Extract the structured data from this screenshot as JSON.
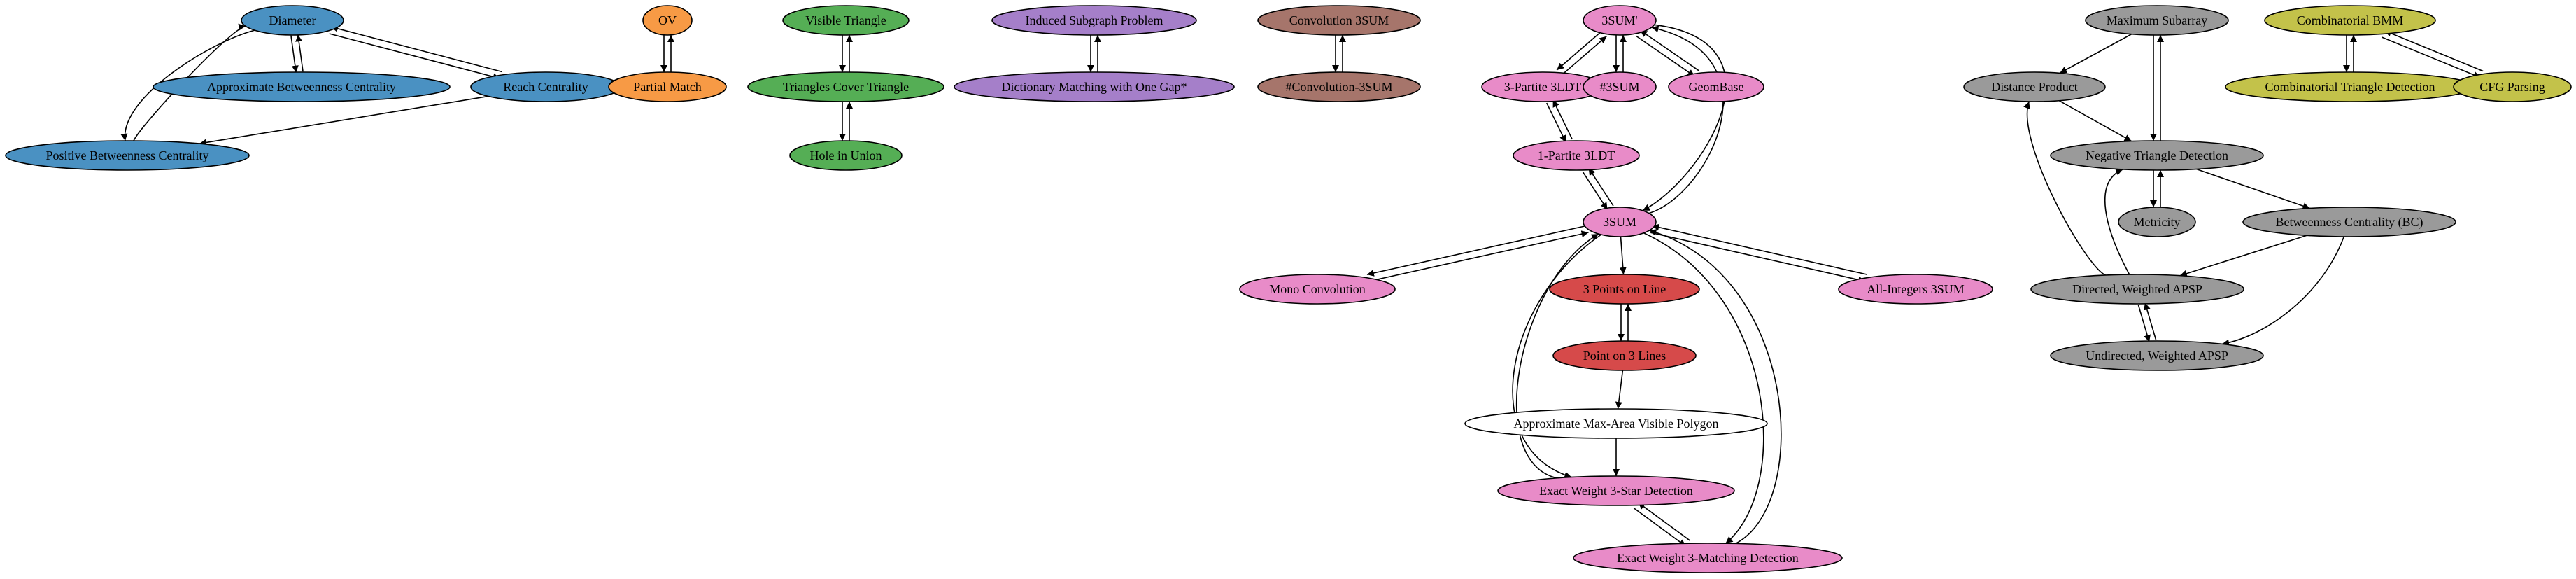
{
  "colors": {
    "blue": "#4a91c2",
    "orange": "#f79a45",
    "green": "#55ae55",
    "purple": "#a57fc9",
    "brown": "#a6756b",
    "pink": "#e88bc8",
    "red": "#d64a4a",
    "white": "#ffffff",
    "gray": "#9a9a9a",
    "olive": "#c3c24a"
  },
  "nodes": [
    {
      "id": "diameter",
      "label": "Diameter",
      "color": "blue"
    },
    {
      "id": "approx_bc",
      "label": "Approximate Betweenness Centrality",
      "color": "blue"
    },
    {
      "id": "reach",
      "label": "Reach Centrality",
      "color": "blue"
    },
    {
      "id": "pos_bc",
      "label": "Positive Betweenness Centrality",
      "color": "blue"
    },
    {
      "id": "ov",
      "label": "OV",
      "color": "orange"
    },
    {
      "id": "partial_match",
      "label": "Partial Match",
      "color": "orange"
    },
    {
      "id": "visible_tri",
      "label": "Visible Triangle",
      "color": "green"
    },
    {
      "id": "tri_cover",
      "label": "Triangles Cover Triangle",
      "color": "green"
    },
    {
      "id": "hole_union",
      "label": "Hole in Union",
      "color": "green"
    },
    {
      "id": "induced_sub",
      "label": "Induced Subgraph Problem",
      "color": "purple"
    },
    {
      "id": "dict_match",
      "label": "Dictionary Matching with One Gap*",
      "color": "purple"
    },
    {
      "id": "conv3sum",
      "label": "Convolution 3SUM",
      "color": "brown"
    },
    {
      "id": "sharp_conv3sum",
      "label": "#Convolution-3SUM",
      "color": "brown"
    },
    {
      "id": "three_sum_prime",
      "label": "3SUM'",
      "color": "pink"
    },
    {
      "id": "tripartite_3ldt",
      "label": "3-Partite 3LDT",
      "color": "pink"
    },
    {
      "id": "sharp_3sum",
      "label": "#3SUM",
      "color": "pink"
    },
    {
      "id": "geombase",
      "label": "GeomBase",
      "color": "pink"
    },
    {
      "id": "onepartite_3ldt",
      "label": "1-Partite 3LDT",
      "color": "pink"
    },
    {
      "id": "three_sum",
      "label": "3SUM",
      "color": "pink"
    },
    {
      "id": "mono_conv",
      "label": "Mono Convolution",
      "color": "pink"
    },
    {
      "id": "all_int_3sum",
      "label": "All-Integers 3SUM",
      "color": "pink"
    },
    {
      "id": "points_line",
      "label": "3 Points on Line",
      "color": "red"
    },
    {
      "id": "point_lines",
      "label": "Point on 3 Lines",
      "color": "red"
    },
    {
      "id": "approx_maxarea",
      "label": "Approximate Max-Area Visible Polygon",
      "color": "white"
    },
    {
      "id": "exact_3star",
      "label": "Exact Weight 3-Star Detection",
      "color": "pink"
    },
    {
      "id": "exact_3match",
      "label": "Exact Weight 3-Matching Detection",
      "color": "pink"
    },
    {
      "id": "max_subarray",
      "label": "Maximum Subarray",
      "color": "gray"
    },
    {
      "id": "dist_product",
      "label": "Distance Product",
      "color": "gray"
    },
    {
      "id": "neg_tri",
      "label": "Negative Triangle Detection",
      "color": "gray"
    },
    {
      "id": "metricity",
      "label": "Metricity",
      "color": "gray"
    },
    {
      "id": "bc",
      "label": "Betweenness Centrality (BC)",
      "color": "gray"
    },
    {
      "id": "dir_apsp",
      "label": "Directed, Weighted APSP",
      "color": "gray"
    },
    {
      "id": "undir_apsp",
      "label": "Undirected, Weighted APSP",
      "color": "gray"
    },
    {
      "id": "comb_bmm",
      "label": "Combinatorial BMM",
      "color": "olive"
    },
    {
      "id": "comb_tri",
      "label": "Combinatorial Triangle Detection",
      "color": "olive"
    },
    {
      "id": "cfg",
      "label": "CFG Parsing",
      "color": "olive"
    }
  ],
  "edges": [
    {
      "from": "diameter",
      "to": "approx_bc"
    },
    {
      "from": "approx_bc",
      "to": "diameter"
    },
    {
      "from": "diameter",
      "to": "reach"
    },
    {
      "from": "reach",
      "to": "diameter"
    },
    {
      "from": "diameter",
      "to": "pos_bc"
    },
    {
      "from": "pos_bc",
      "to": "diameter"
    },
    {
      "from": "reach",
      "to": "pos_bc"
    },
    {
      "from": "ov",
      "to": "partial_match"
    },
    {
      "from": "partial_match",
      "to": "ov"
    },
    {
      "from": "visible_tri",
      "to": "tri_cover"
    },
    {
      "from": "tri_cover",
      "to": "visible_tri"
    },
    {
      "from": "tri_cover",
      "to": "hole_union"
    },
    {
      "from": "hole_union",
      "to": "tri_cover"
    },
    {
      "from": "induced_sub",
      "to": "dict_match"
    },
    {
      "from": "dict_match",
      "to": "induced_sub"
    },
    {
      "from": "conv3sum",
      "to": "sharp_conv3sum"
    },
    {
      "from": "sharp_conv3sum",
      "to": "conv3sum"
    },
    {
      "from": "three_sum_prime",
      "to": "tripartite_3ldt"
    },
    {
      "from": "tripartite_3ldt",
      "to": "three_sum_prime"
    },
    {
      "from": "three_sum_prime",
      "to": "sharp_3sum"
    },
    {
      "from": "sharp_3sum",
      "to": "three_sum_prime"
    },
    {
      "from": "three_sum_prime",
      "to": "geombase"
    },
    {
      "from": "geombase",
      "to": "three_sum_prime"
    },
    {
      "from": "three_sum_prime",
      "to": "three_sum"
    },
    {
      "from": "three_sum",
      "to": "three_sum_prime"
    },
    {
      "from": "tripartite_3ldt",
      "to": "onepartite_3ldt"
    },
    {
      "from": "onepartite_3ldt",
      "to": "tripartite_3ldt"
    },
    {
      "from": "onepartite_3ldt",
      "to": "three_sum"
    },
    {
      "from": "three_sum",
      "to": "onepartite_3ldt"
    },
    {
      "from": "three_sum",
      "to": "mono_conv"
    },
    {
      "from": "mono_conv",
      "to": "three_sum"
    },
    {
      "from": "three_sum",
      "to": "all_int_3sum"
    },
    {
      "from": "all_int_3sum",
      "to": "three_sum"
    },
    {
      "from": "three_sum",
      "to": "points_line"
    },
    {
      "from": "points_line",
      "to": "point_lines"
    },
    {
      "from": "point_lines",
      "to": "points_line"
    },
    {
      "from": "point_lines",
      "to": "approx_maxarea"
    },
    {
      "from": "approx_maxarea",
      "to": "exact_3star"
    },
    {
      "from": "three_sum",
      "to": "exact_3star"
    },
    {
      "from": "exact_3star",
      "to": "three_sum"
    },
    {
      "from": "exact_3star",
      "to": "exact_3match"
    },
    {
      "from": "exact_3match",
      "to": "exact_3star"
    },
    {
      "from": "three_sum",
      "to": "exact_3match"
    },
    {
      "from": "exact_3match",
      "to": "three_sum"
    },
    {
      "from": "max_subarray",
      "to": "dist_product"
    },
    {
      "from": "max_subarray",
      "to": "neg_tri"
    },
    {
      "from": "neg_tri",
      "to": "max_subarray"
    },
    {
      "from": "dist_product",
      "to": "neg_tri"
    },
    {
      "from": "neg_tri",
      "to": "metricity"
    },
    {
      "from": "metricity",
      "to": "neg_tri"
    },
    {
      "from": "neg_tri",
      "to": "bc"
    },
    {
      "from": "bc",
      "to": "dir_apsp"
    },
    {
      "from": "bc",
      "to": "undir_apsp"
    },
    {
      "from": "dir_apsp",
      "to": "neg_tri"
    },
    {
      "from": "dir_apsp",
      "to": "dist_product"
    },
    {
      "from": "dir_apsp",
      "to": "undir_apsp"
    },
    {
      "from": "undir_apsp",
      "to": "dir_apsp"
    },
    {
      "from": "comb_bmm",
      "to": "comb_tri"
    },
    {
      "from": "comb_tri",
      "to": "comb_bmm"
    },
    {
      "from": "comb_bmm",
      "to": "cfg"
    },
    {
      "from": "cfg",
      "to": "comb_bmm"
    }
  ]
}
